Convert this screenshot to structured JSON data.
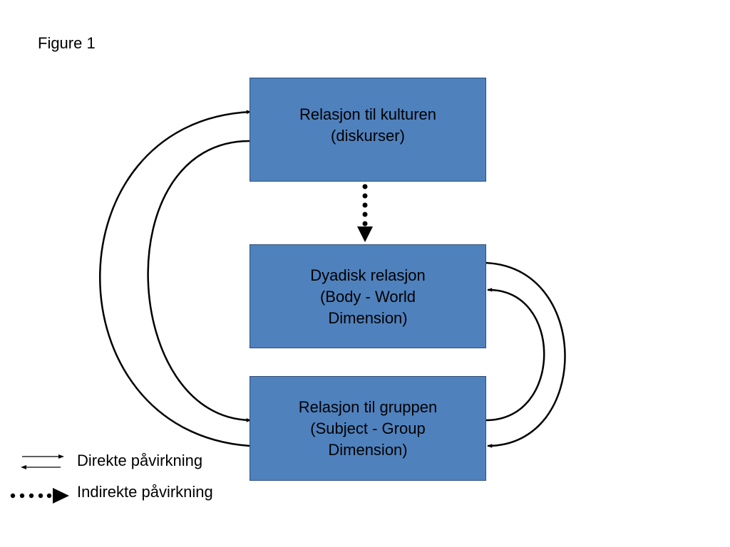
{
  "figure_title": "Figure 1",
  "colors": {
    "box_fill": "#4f81bd",
    "line": "#000000"
  },
  "boxes": {
    "culture": {
      "line1": "Relasjon til kulturen",
      "line2": "(diskurser)"
    },
    "dyadic": {
      "line1": "Dyadisk relasjon",
      "line2": "(Body - World",
      "line3": "Dimension)"
    },
    "group": {
      "line1": "Relasjon til gruppen",
      "line2": "(Subject - Group",
      "line3": "Dimension)"
    }
  },
  "legend": {
    "direct": "Direkte påvirkning",
    "indirect": "Indirekte påvirkning"
  },
  "icons": {
    "direct": "double-arrow-icon",
    "indirect": "dotted-arrow-icon"
  }
}
